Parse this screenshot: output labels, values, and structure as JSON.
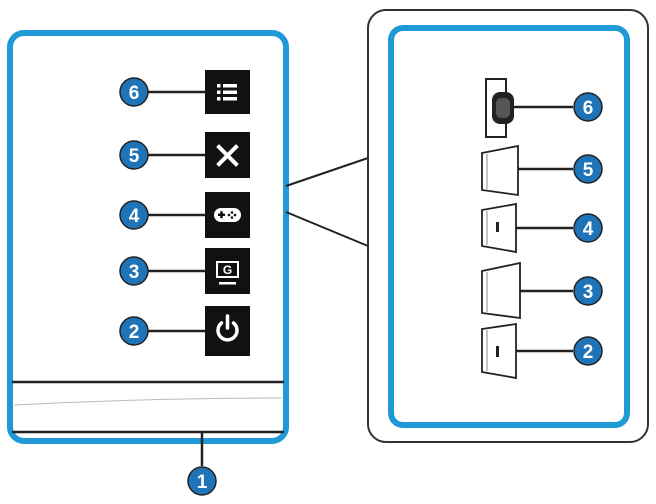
{
  "colors": {
    "accent_blue": "#1f9ad6",
    "callout_fill": "#1f73b7",
    "icon_bg": "#111111",
    "outline": "#222222"
  },
  "front_panel": {
    "buttons": [
      {
        "number": "6",
        "icon": "menu-icon"
      },
      {
        "number": "5",
        "icon": "close-icon"
      },
      {
        "number": "4",
        "icon": "gamepad-icon"
      },
      {
        "number": "3",
        "icon": "gameplus-icon",
        "icon_text": "G"
      },
      {
        "number": "2",
        "icon": "power-icon"
      }
    ],
    "bottom_callout": "1"
  },
  "side_panel": {
    "keys": [
      {
        "number": "6",
        "type": "joystick"
      },
      {
        "number": "5",
        "type": "button"
      },
      {
        "number": "4",
        "type": "button-with-mark"
      },
      {
        "number": "3",
        "type": "button"
      },
      {
        "number": "2",
        "type": "button-with-mark"
      }
    ]
  }
}
